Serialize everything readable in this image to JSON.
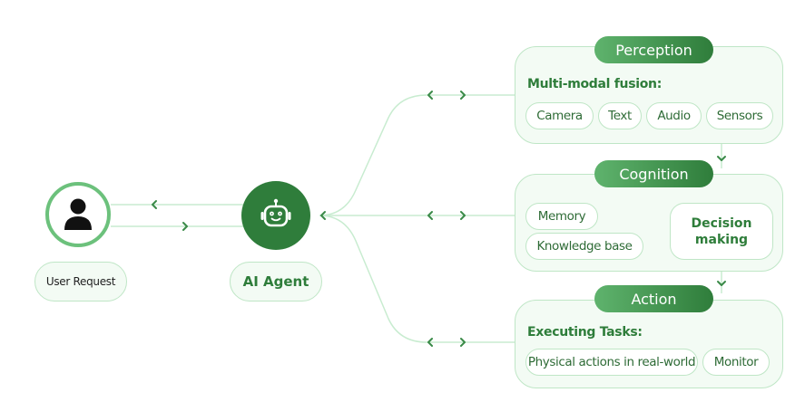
{
  "colors": {
    "primary": "#2f7d3b",
    "primary_light": "#5fb36d",
    "ring": "#6cc17c",
    "border": "#bfe6c6",
    "panel_bg": "#f3fbf4",
    "arrow": "#3a8a48"
  },
  "user": {
    "icon": "user-icon",
    "label": "User Request"
  },
  "agent": {
    "icon": "robot-icon",
    "label": "AI Agent"
  },
  "perception": {
    "title": "Perception",
    "subtitle": "Multi-modal fusion:",
    "chips": [
      "Camera",
      "Text",
      "Audio",
      "Sensors"
    ]
  },
  "cognition": {
    "title": "Cognition",
    "inputs": [
      "Memory",
      "Knowledge base"
    ],
    "decision_line1": "Decision",
    "decision_line2": "making"
  },
  "action": {
    "title": "Action",
    "subtitle": "Executing Tasks:",
    "chips": [
      "Physical actions in real-world",
      "Monitor"
    ]
  }
}
